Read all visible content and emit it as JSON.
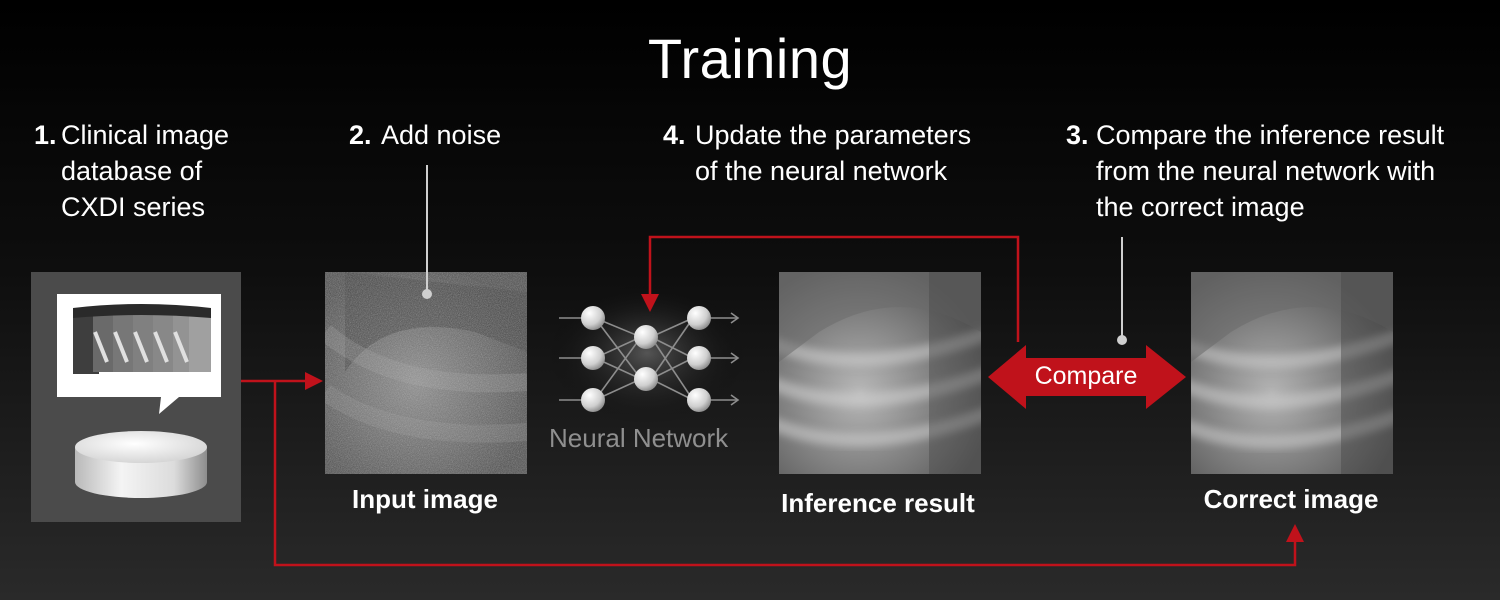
{
  "title": "Training",
  "steps": {
    "s1": {
      "num": "1.",
      "lines": [
        "Clinical image",
        "database of",
        "CXDI series"
      ]
    },
    "s2": {
      "num": "2.",
      "lines": [
        "Add noise"
      ]
    },
    "s4": {
      "num": "4.",
      "lines": [
        "Update the parameters",
        "of the neural network"
      ]
    },
    "s3": {
      "num": "3.",
      "lines": [
        "Compare the inference result",
        "from the neural network with",
        "the correct image"
      ]
    }
  },
  "captions": {
    "input": "Input image",
    "inference": "Inference result",
    "correct": "Correct image"
  },
  "neural_network_label": "Neural Network",
  "compare_label": "Compare",
  "colors": {
    "accent_red": "#c0121b",
    "arrow_red": "#d10f1a",
    "panel_gray": "#4b4b4b",
    "muted_text": "#8f8f8f"
  }
}
